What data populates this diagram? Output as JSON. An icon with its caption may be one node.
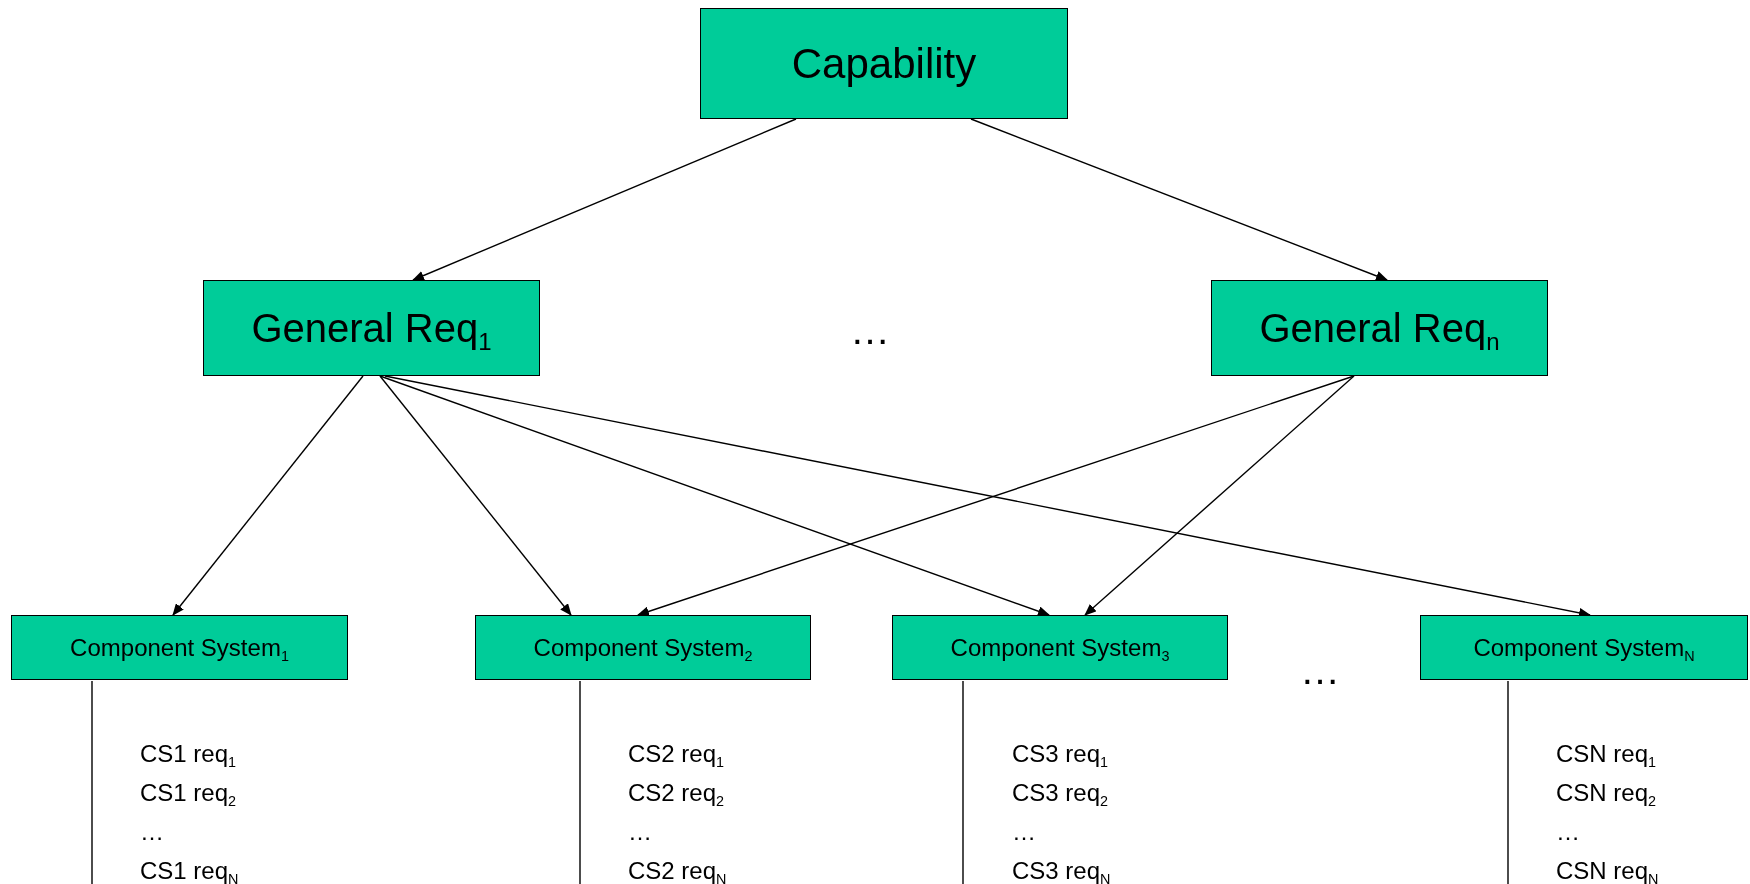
{
  "diagram": {
    "nodes": [
      {
        "text": [
          "Capability"
        ]
      },
      {
        "text": [
          "General Req$_{1}$"
        ]
      },
      {
        "text": [
          "General Req$_{n}$"
        ]
      },
      {
        "text": [
          "Component System$_{1}$"
        ]
      },
      {
        "text": [
          "Component System$_{2}$"
        ]
      },
      {
        "text": [
          "Component System$_{3}$"
        ]
      },
      {
        "text": [
          "Component System$_{N}$"
        ]
      }
    ],
    "edges": [
      {
        "from": 0,
        "to": 1,
        "arrow": "to"
      },
      {
        "from": 0,
        "to": 2,
        "arrow": "to"
      },
      {
        "from": 1,
        "to": 3,
        "arrow": "to"
      },
      {
        "from": 1,
        "to": 4,
        "arrow": "to"
      },
      {
        "from": 1,
        "to": 5,
        "arrow": "to"
      },
      {
        "from": 1,
        "to": 6,
        "arrow": "to"
      },
      {
        "from": 2,
        "to": 4,
        "arrow": "to"
      },
      {
        "from": 2,
        "to": 5,
        "arrow": "to"
      }
    ],
    "labels": [
      "…",
      "…",
      "CS1 req$_{1}$",
      "CS1 req$_{2}$",
      "…",
      "CS1 req$_{N}$",
      "CS2 req$_{1}$",
      "CS2 req$_{2}$",
      "…",
      "CS2 req$_{N}$",
      "CS3 req$_{1}$",
      "CS3 req$_{2}$",
      "…",
      "CS3 req$_{N}$",
      "CSN req$_{1}$",
      "CSN req$_{2}$",
      "…",
      "CSN req$_{N}$"
    ]
  }
}
